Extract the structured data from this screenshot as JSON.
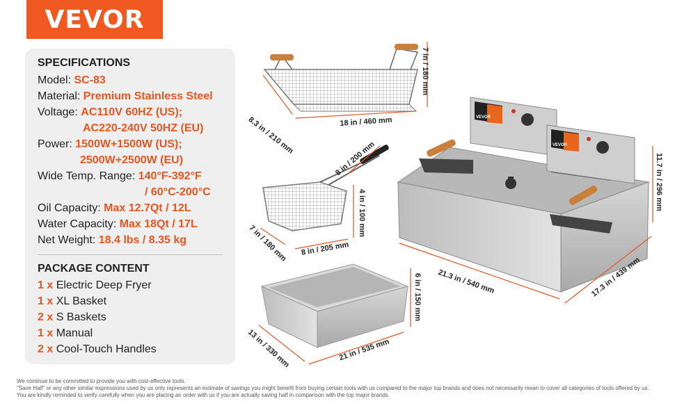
{
  "brand": "VEVOR",
  "specifications": {
    "heading": "SPECIFICATIONS",
    "rows": [
      {
        "label": "Model: ",
        "value": "SC-83"
      },
      {
        "label": "Material: ",
        "value": "Premium Stainless Steel"
      },
      {
        "label": "Voltage: ",
        "value": "AC110V 60HZ (US);"
      },
      {
        "label": "",
        "value": "AC220-240V 50HZ (EU)"
      },
      {
        "label": "Power: ",
        "value": "1500W+1500W (US);"
      },
      {
        "label": "",
        "value": "2500W+2500W (EU)"
      },
      {
        "label": "Wide Temp. Range: ",
        "value": "140°F-392°F"
      },
      {
        "label": "",
        "value": "/ 60°C-200°C"
      },
      {
        "label": "Oil Capacity: ",
        "value": "Max 12.7Qt / 12L"
      },
      {
        "label": "Water Capacity: ",
        "value": "Max 18Qt / 17L"
      },
      {
        "label": "Net Weight: ",
        "value": "18.4 lbs / 8.35 kg"
      }
    ]
  },
  "package": {
    "heading": "PACKAGE CONTENT",
    "items": [
      {
        "qty": "1 x",
        "item": "Electric Deep Fryer"
      },
      {
        "qty": "1 x",
        "item": "XL Basket"
      },
      {
        "qty": "2 x",
        "item": "S Baskets"
      },
      {
        "qty": "1 x",
        "item": "Manual"
      },
      {
        "qty": "2 x",
        "item": "Cool-Touch Handles"
      }
    ]
  },
  "dimensions": {
    "xl_basket_height": "7 in / 180 mm",
    "xl_basket_width": "8.3 in / 210 mm",
    "xl_basket_length": "18 in / 460 mm",
    "s_basket_handle": "8 in / 200 mm",
    "s_basket_height": "4 in / 100 mm",
    "s_basket_width": "7 in / 180 mm",
    "s_basket_length": "8 in / 205 mm",
    "pan_height": "6 in / 150 mm",
    "pan_width": "13 in / 330 mm",
    "pan_length": "21 in / 535 mm",
    "fryer_height": "11.7 in / 296 mm",
    "fryer_length": "21.3 in / 540 mm",
    "fryer_depth": "17.3 in / 439 mm"
  },
  "fryer_labels": {
    "brand_small": "VEVOR"
  },
  "footer": {
    "line1": "We continue to be committed to provide you with cost-effective tools.",
    "line2": "\"Save Half\" or any other similar expressions used by us only represents an estimate of savings you might benefit from buying certain tools with us compared to the major top brands and does not necessarily mean to cover all categories of tools offered by us.",
    "line3": "You are kindly reminded to verify carefully when you are placing an order with us if you are actually saving half in comparison with the top major brands."
  },
  "colors": {
    "brand_orange": "#f05a22",
    "value_orange": "#e2571f",
    "panel_gray": "#efefef",
    "steel": "#c9c9c9"
  }
}
